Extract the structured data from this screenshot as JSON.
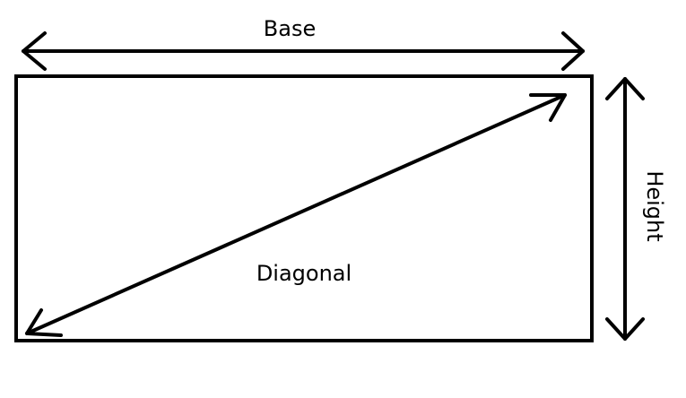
{
  "diagram": {
    "labels": {
      "base": "Base",
      "height": "Height",
      "diagonal": "Diagonal"
    },
    "colors": {
      "stroke": "#000000",
      "background": "#ffffff"
    }
  }
}
